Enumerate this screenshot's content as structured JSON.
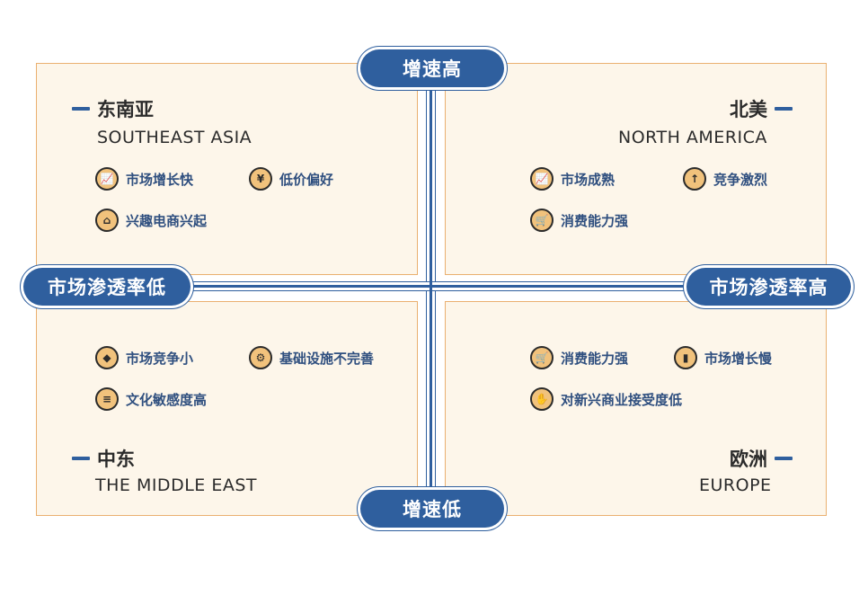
{
  "axes": {
    "top": "增速高",
    "bottom": "增速低",
    "left": "市场渗透率低",
    "right": "市场渗透率高"
  },
  "quadrants": {
    "top_left": {
      "name_cn": "东南亚",
      "name_en": "SOUTHEAST ASIA",
      "tags": [
        {
          "label": "市场增长快",
          "icon": "trend-chart-icon"
        },
        {
          "label": "低价偏好",
          "icon": "yen-coin-icon"
        },
        {
          "label": "兴趣电商兴起",
          "icon": "shopping-bag-icon"
        }
      ]
    },
    "top_right": {
      "name_cn": "北美",
      "name_en": "NORTH AMERICA",
      "tags": [
        {
          "label": "市场成熟",
          "icon": "trend-chart-icon"
        },
        {
          "label": "竞争激烈",
          "icon": "growth-arrow-icon"
        },
        {
          "label": "消费能力强",
          "icon": "shopping-cart-icon"
        }
      ]
    },
    "bottom_left": {
      "name_cn": "中东",
      "name_en": "THE MIDDLE EAST",
      "tags": [
        {
          "label": "市场竞争小",
          "icon": "tag-icon"
        },
        {
          "label": "基础设施不完善",
          "icon": "gear-alert-icon"
        },
        {
          "label": "文化敏感度高",
          "icon": "document-icon"
        }
      ]
    },
    "bottom_right": {
      "name_cn": "欧洲",
      "name_en": "EUROPE",
      "tags": [
        {
          "label": "消费能力强",
          "icon": "shopping-cart-icon"
        },
        {
          "label": "市场增长慢",
          "icon": "bar-chart-down-icon"
        },
        {
          "label": "对新兴商业接受度低",
          "icon": "hand-refuse-icon"
        }
      ]
    }
  },
  "colors": {
    "accent": "#2f5f9e",
    "quadrant_bg": "#fdf6ea",
    "frame": "#eab070",
    "icon_fill": "#f1c27c"
  }
}
